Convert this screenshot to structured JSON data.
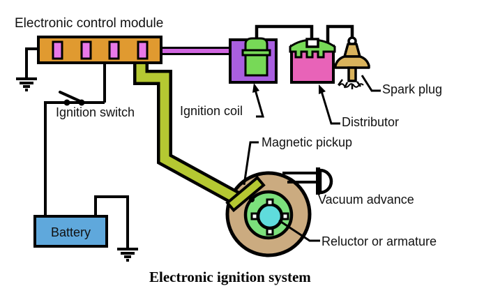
{
  "title": "Electronic ignition system",
  "labels": {
    "module": "Electronic control module",
    "ignition_switch": "Ignition switch",
    "battery": "Battery",
    "ignition_coil": "Ignition coil",
    "distributor": "Distributor",
    "spark_plug": "Spark plug",
    "magnetic_pickup": "Magnetic pickup",
    "vacuum_advance": "Vacuum advance",
    "reluctor": "Reluctor or armature"
  },
  "colors": {
    "module_orange": "#E09A30",
    "slot_violet": "#E878E8",
    "wire_purple": "#D166E0",
    "coil_purple": "#A95FE0",
    "component_green": "#77D957",
    "distributor_pink": "#E863B8",
    "plug_tan": "#D9B35C",
    "wire_olive": "#B5C832",
    "battery_blue": "#5FA8DC",
    "wheel_tan": "#CBAB80",
    "wheel_green": "#7CE07C",
    "hub_cyan": "#5FDCDC",
    "line_black": "#000000"
  }
}
